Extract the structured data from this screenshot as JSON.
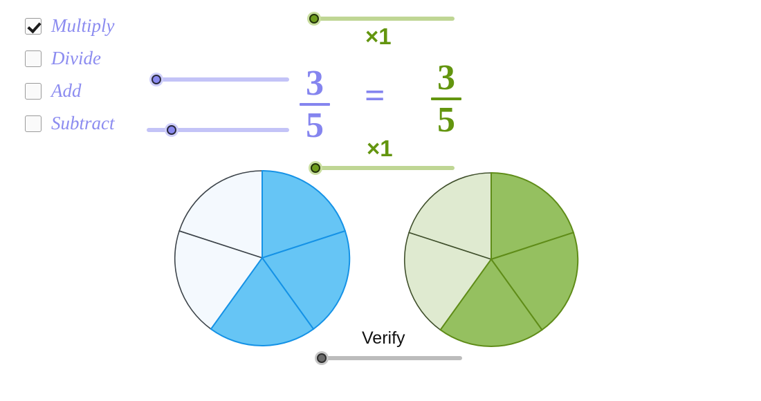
{
  "operations": {
    "items": [
      {
        "label": "Multiply",
        "checked": true
      },
      {
        "label": "Divide",
        "checked": false
      },
      {
        "label": "Add",
        "checked": false
      },
      {
        "label": "Subtract",
        "checked": false
      }
    ]
  },
  "sliders": {
    "numerator": {
      "name": "numerator-slider",
      "value_position": 0
    },
    "denominator": {
      "name": "denominator-slider",
      "value_position": 0.14
    },
    "multiplier_top": {
      "name": "top-multiplier-slider",
      "value_position": 0
    },
    "multiplier_bottom": {
      "name": "bottom-multiplier-slider",
      "value_position": 0
    },
    "verify": {
      "name": "verify-slider",
      "value_position": 0
    }
  },
  "equation": {
    "left": {
      "numerator": "3",
      "denominator": "5",
      "color": "#8585ef"
    },
    "equals": "=",
    "right": {
      "numerator": "3",
      "denominator": "5",
      "color": "#63950f"
    },
    "multiplier_top_label": "×1",
    "multiplier_bottom_label": "×1"
  },
  "verify": {
    "label": "Verify"
  },
  "chart_data": [
    {
      "type": "pie",
      "title": "left-fraction-pie",
      "categories": [
        "filled",
        "filled",
        "filled",
        "empty",
        "empty"
      ],
      "values": [
        20,
        20,
        20,
        20,
        20
      ],
      "total_sectors": 5,
      "filled_sectors": 3,
      "fill_color": "#66c5f5",
      "empty_color": "#f4f9fe",
      "filled_stroke": "#1592e6",
      "empty_stroke": "#3c4349",
      "center": [
        378,
        372
      ],
      "radius": 126
    },
    {
      "type": "pie",
      "title": "right-fraction-pie",
      "categories": [
        "filled",
        "filled",
        "filled",
        "empty",
        "empty"
      ],
      "values": [
        20,
        20,
        20,
        20,
        20
      ],
      "total_sectors": 5,
      "filled_sectors": 3,
      "fill_color": "#95c060",
      "empty_color": "#dfead0",
      "filled_stroke": "#5f8c18",
      "empty_stroke": "#3c4a28",
      "center": [
        709,
        374
      ],
      "radius": 125
    }
  ],
  "colors": {
    "purple": "#8585ef",
    "purple_light": "#c3c3f7",
    "green": "#63950f",
    "green_light": "#bfd694",
    "blue_fill": "#66c5f5",
    "gray_track": "#bcbcbc"
  }
}
